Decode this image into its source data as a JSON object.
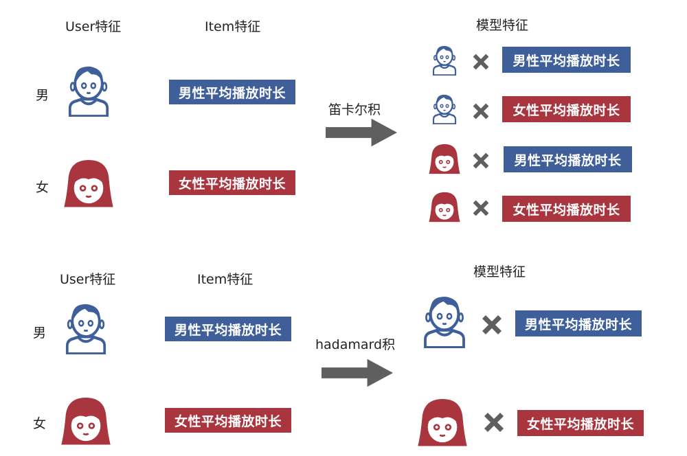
{
  "colors": {
    "blue": "#3e5f9a",
    "red": "#a9363f",
    "arrow": "#5f5f5f",
    "x": "#5f5f5f"
  },
  "icons": {
    "male": "male-avatar-icon",
    "female": "female-avatar-icon",
    "cross": "cross-icon",
    "arrow": "right-arrow-icon"
  },
  "top": {
    "user_header": "User特征",
    "item_header": "Item特征",
    "model_header": "模型特征",
    "male_label": "男",
    "female_label": "女",
    "male_item": "男性平均播放时长",
    "female_item": "女性平均播放时长",
    "operation": "笛卡尔积",
    "combos": [
      {
        "user": "male",
        "item": "男性平均播放时长"
      },
      {
        "user": "male",
        "item": "女性平均播放时长"
      },
      {
        "user": "female",
        "item": "男性平均播放时长"
      },
      {
        "user": "female",
        "item": "女性平均播放时长"
      }
    ]
  },
  "bottom": {
    "user_header": "User特征",
    "item_header": "Item特征",
    "model_header": "模型特征",
    "male_label": "男",
    "female_label": "女",
    "male_item": "男性平均播放时长",
    "female_item": "女性平均播放时长",
    "operation": "hadamard积",
    "combos": [
      {
        "user": "male",
        "item": "男性平均播放时长"
      },
      {
        "user": "female",
        "item": "女性平均播放时长"
      }
    ]
  }
}
